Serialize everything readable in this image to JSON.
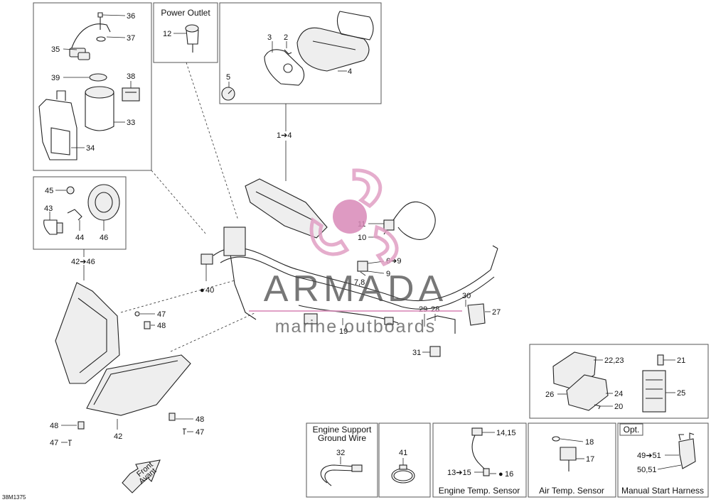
{
  "figure_code": "38M1375",
  "watermark": {
    "brand": "ARMADA",
    "tagline": "marine outboards"
  },
  "boxes": {
    "power_outlet": {
      "title": "Power Outlet"
    },
    "engine_support_ground": {
      "title_line1": "Engine Support",
      "title_line2": "Ground Wire"
    },
    "engine_temp": {
      "title": "Engine Temp. Sensor"
    },
    "air_temp": {
      "title": "Air Temp. Sensor"
    },
    "manual_start": {
      "badge": "Opt.",
      "title": "Manual Start Harness"
    }
  },
  "front_arrow": {
    "line1": "Front",
    "line2": "Avant"
  },
  "callouts": {
    "c36": "36",
    "c37": "37",
    "c35": "35",
    "c39": "39",
    "c38": "38",
    "c33": "33",
    "c34": "34",
    "c12": "12",
    "c3": "3",
    "c2": "2",
    "c5": "5",
    "c4": "4",
    "c1_4": "1➔4",
    "c45": "45",
    "c43": "43",
    "c44": "44",
    "c46": "46",
    "c42_46": "42➔46",
    "c11": "11",
    "c10": "10",
    "c6_9": "6➔9",
    "c9": "9",
    "c7_8": "7,8",
    "c40": "40",
    "c30": "30",
    "c29": "29",
    "c28": "28",
    "c27": "27",
    "c19": "19",
    "c31": "31",
    "c47a": "47",
    "c48a": "48",
    "c48b": "48",
    "c48c": "48",
    "c47b": "47",
    "c47c": "47",
    "c42": "42",
    "c22_23": "22,23",
    "c21": "21",
    "c26": "26",
    "c24": "24",
    "c25": "25",
    "c20": "20",
    "c32": "32",
    "c41": "41",
    "c14_15": "14,15",
    "c13_15": "13➔15",
    "c16": "16",
    "c18": "18",
    "c17": "17",
    "c49_51": "49➔51",
    "c50_51": "50,51"
  }
}
